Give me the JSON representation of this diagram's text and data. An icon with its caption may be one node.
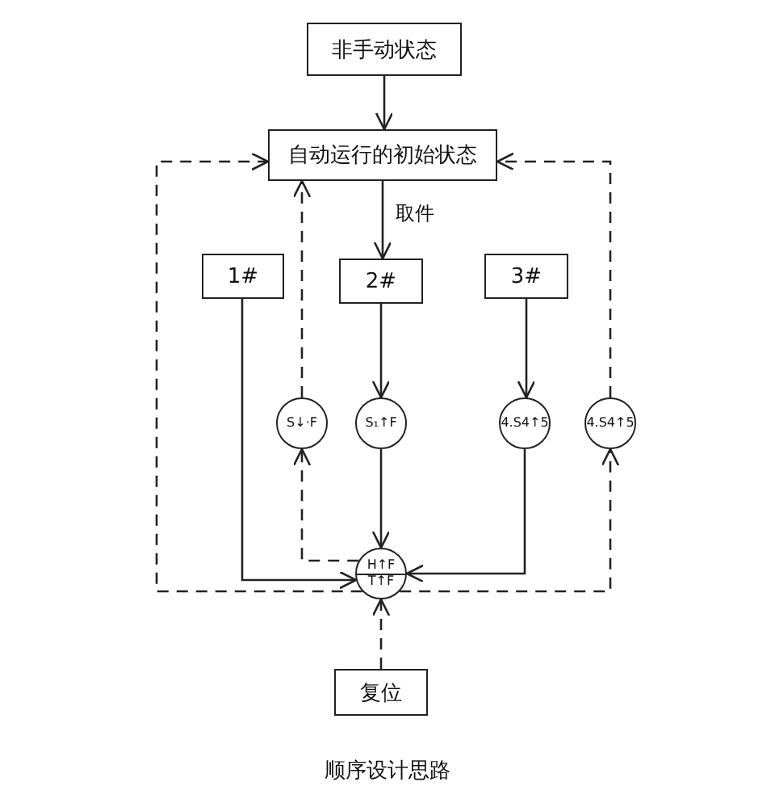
{
  "diagram": {
    "caption": "顺序设计思路",
    "nodes": [
      {
        "text": [
          "非手动状态"
        ]
      },
      {
        "text": [
          "自动运行的初始状态"
        ]
      },
      {
        "text": [
          "1#"
        ]
      },
      {
        "text": [
          "2#"
        ]
      },
      {
        "text": [
          "3#"
        ]
      },
      {
        "text": [
          "S↓·F"
        ]
      },
      {
        "text": [
          "S₁↑F"
        ]
      },
      {
        "text": [
          "4.S4↑5"
        ]
      },
      {
        "text": [
          "4.S4↑5"
        ]
      },
      {
        "text": [
          "H↑F",
          "T↑F"
        ]
      },
      {
        "text": [
          "复位"
        ]
      }
    ],
    "edges": [
      {
        "from": 0,
        "to": 1,
        "arrow": "to"
      },
      {
        "from": 1,
        "to": 3,
        "arrow": "to",
        "label": "取件"
      },
      {
        "from": 2,
        "to": 9,
        "arrow": "to"
      },
      {
        "from": 3,
        "to": 6,
        "arrow": "to"
      },
      {
        "from": 6,
        "to": 9,
        "arrow": "to"
      },
      {
        "from": 4,
        "to": 7,
        "arrow": "to"
      },
      {
        "from": 7,
        "to": 9,
        "arrow": "to"
      },
      {
        "from": 9,
        "to": 5,
        "arrow": "to",
        "style": "dashed"
      },
      {
        "from": 5,
        "to": 1,
        "arrow": "to",
        "style": "dashed"
      },
      {
        "from": 9,
        "to": 8,
        "arrow": "to",
        "style": "dashed"
      },
      {
        "from": 8,
        "to": 1,
        "arrow": "to",
        "style": "dashed"
      },
      {
        "from": 9,
        "to": 1,
        "arrow": "to",
        "style": "dashed"
      },
      {
        "from": 10,
        "to": 9,
        "arrow": "to",
        "style": "dashed"
      }
    ]
  }
}
